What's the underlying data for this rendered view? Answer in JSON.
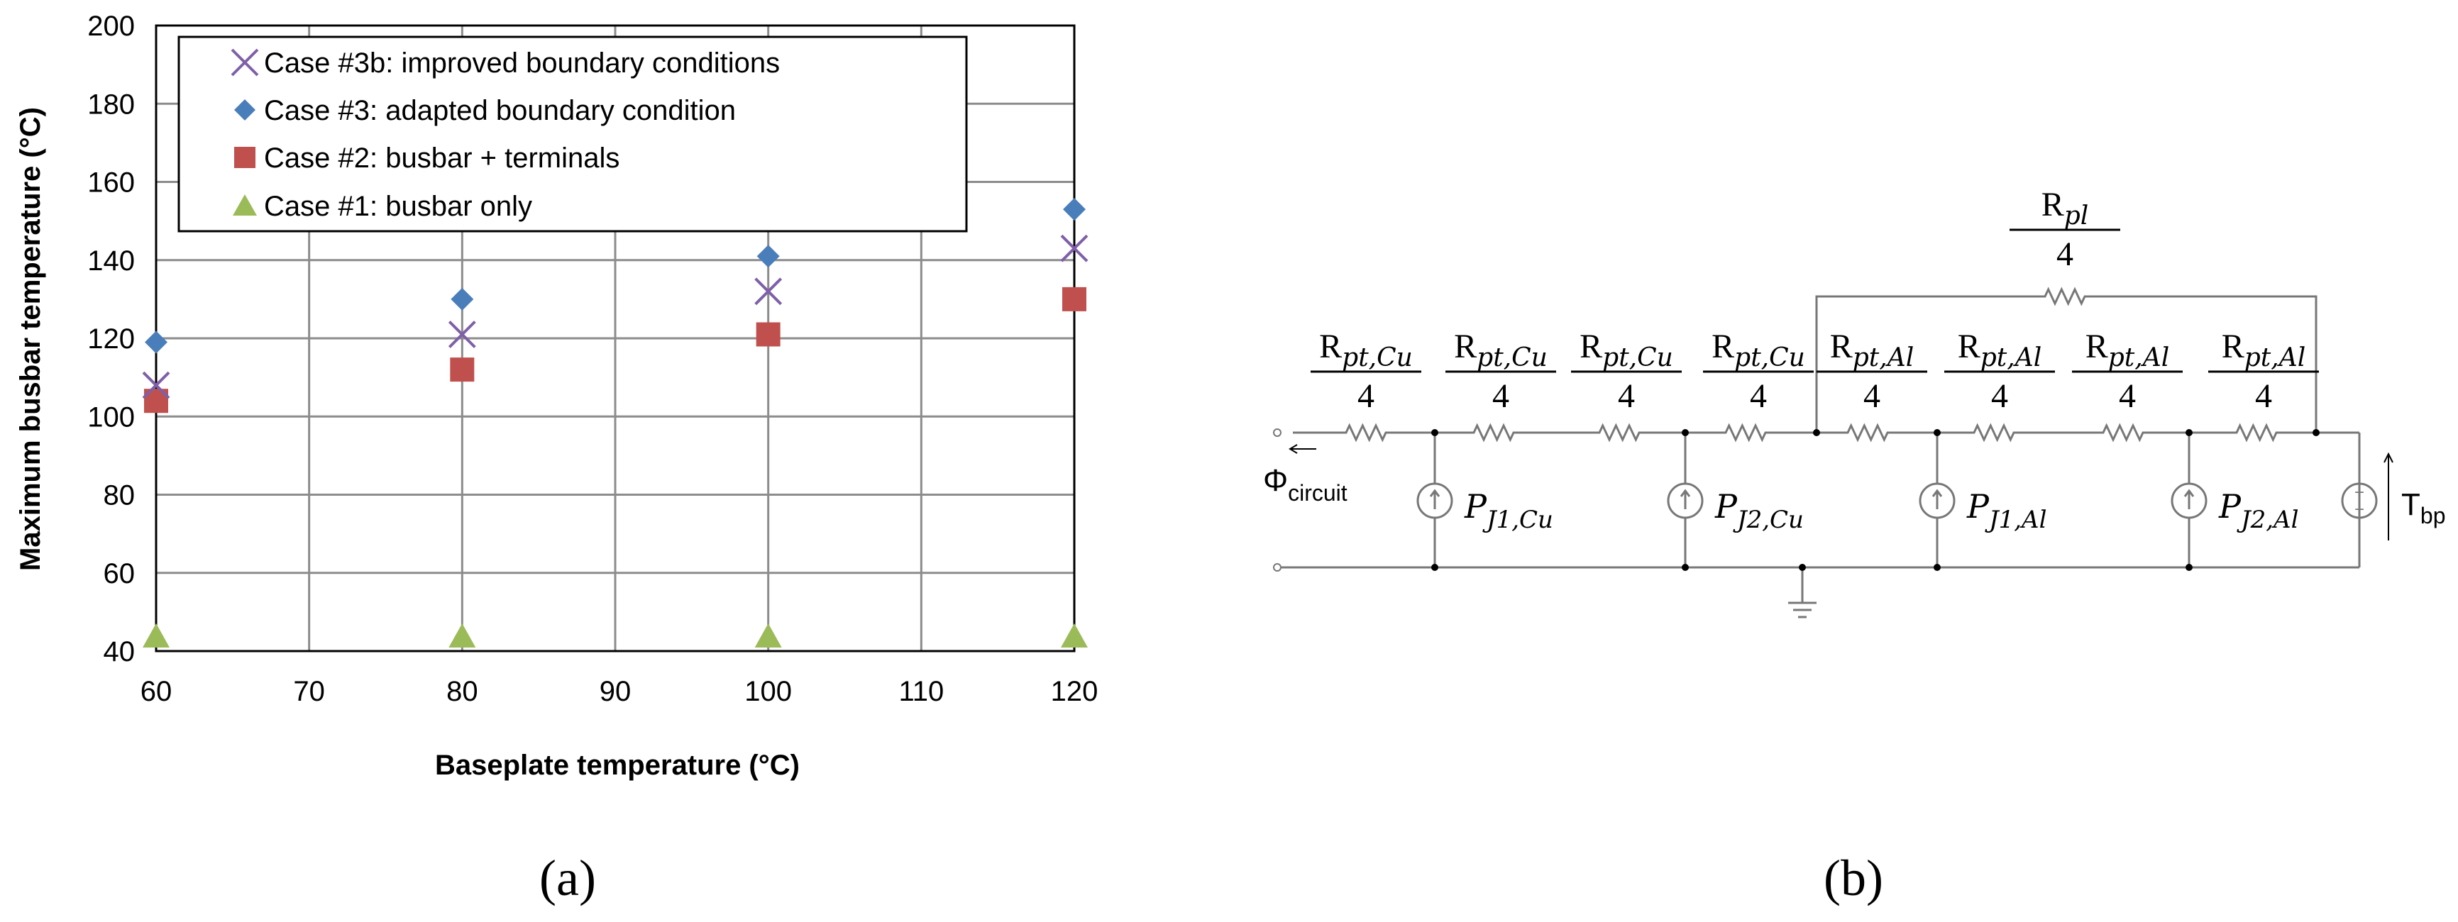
{
  "chart_data": {
    "type": "scatter",
    "xlabel": "Baseplate temperature (°C)",
    "ylabel": "Maximum busbar temperature (°C)",
    "xlim": [
      60,
      120
    ],
    "ylim": [
      40,
      200
    ],
    "x_ticks": [
      60,
      70,
      80,
      90,
      100,
      110,
      120
    ],
    "y_ticks": [
      40,
      60,
      80,
      100,
      120,
      140,
      160,
      180,
      200
    ],
    "x_tick_labels": [
      "60",
      "70",
      "80",
      "90",
      "100",
      "110",
      "120"
    ],
    "y_tick_labels": [
      "40",
      "60",
      "80",
      "100",
      "120",
      "140",
      "160",
      "180",
      "200"
    ],
    "grid": true,
    "legend_position": "top-left",
    "series": [
      {
        "name": "Case #3b: improved boundary conditions",
        "marker": "x",
        "color": "#7f5fa8",
        "x": [
          60,
          80,
          100,
          120
        ],
        "y": [
          108,
          121,
          132,
          143
        ]
      },
      {
        "name": "Case #3: adapted boundary condition",
        "marker": "diamond",
        "color": "#4a7ebb",
        "x": [
          60,
          80,
          100,
          120
        ],
        "y": [
          119,
          130,
          141,
          153
        ]
      },
      {
        "name": "Case #2: busbar + terminals",
        "marker": "square",
        "color": "#c0504d",
        "x": [
          60,
          80,
          100,
          120
        ],
        "y": [
          104,
          112,
          121,
          130
        ]
      },
      {
        "name": "Case #1: busbar only",
        "marker": "triangle",
        "color": "#9bbb59",
        "x": [
          60,
          80,
          100,
          120
        ],
        "y": [
          44,
          44,
          44,
          44
        ]
      }
    ]
  },
  "panel_labels": {
    "a": "(a)",
    "b": "(b)"
  },
  "circuit": {
    "resistors_top": [
      {
        "name": "R",
        "sub": "pt,Cu",
        "den": "4"
      },
      {
        "name": "R",
        "sub": "pt,Cu",
        "den": "4"
      },
      {
        "name": "R",
        "sub": "pt,Cu",
        "den": "4"
      },
      {
        "name": "R",
        "sub": "pt,Cu",
        "den": "4"
      },
      {
        "name": "R",
        "sub": "pt,Al",
        "den": "4"
      },
      {
        "name": "R",
        "sub": "pt,Al",
        "den": "4"
      },
      {
        "name": "R",
        "sub": "pt,Al",
        "den": "4"
      },
      {
        "name": "R",
        "sub": "pt,Al",
        "den": "4"
      }
    ],
    "parallel_resistor": {
      "name": "R",
      "sub": "pl",
      "den": "4"
    },
    "sources": [
      {
        "name": "P",
        "sub": "J1,Cu"
      },
      {
        "name": "P",
        "sub": "J2,Cu"
      },
      {
        "name": "P",
        "sub": "J1,Al"
      },
      {
        "name": "P",
        "sub": "J2,Al"
      }
    ],
    "flux_label": {
      "main": "Φ",
      "sub": "circuit"
    },
    "voltage_label": {
      "main": "T",
      "sub": "bp"
    }
  }
}
